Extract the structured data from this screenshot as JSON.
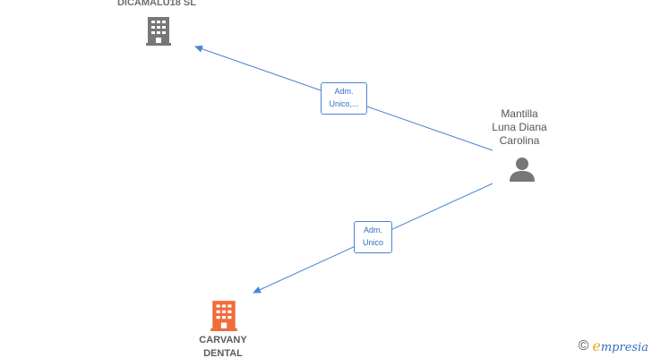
{
  "nodes": {
    "company_top": {
      "name": "DICAMALU18  SL",
      "icon": "building-icon",
      "color": "#777777"
    },
    "company_bottom": {
      "name_line1": "CARVANY",
      "name_line2": "DENTAL",
      "icon": "building-icon",
      "color": "#f26b3a"
    },
    "person": {
      "name_line1": "Mantilla",
      "name_line2": "Luna Diana",
      "name_line3": "Carolina",
      "icon": "person-icon",
      "color": "#777777"
    }
  },
  "edges": [
    {
      "label_line1": "Adm.",
      "label_line2": "Unico,..."
    },
    {
      "label_line1": "Adm.",
      "label_line2": "Unico"
    }
  ],
  "colors": {
    "edge": "#4a86d0"
  },
  "brand": {
    "copyright": "©",
    "name_initial": "e",
    "name_rest": "mpresia"
  }
}
